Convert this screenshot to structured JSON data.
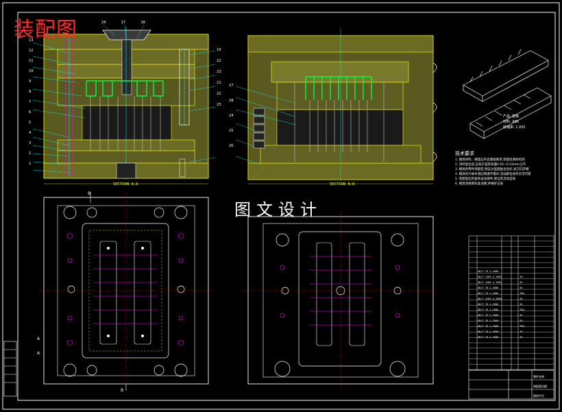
{
  "drawing": {
    "title": "装配图",
    "watermark": "图文设计",
    "section_aa": "SECTION A-A",
    "section_bb": "SECTION B-B",
    "mark_a": "A",
    "mark_b": "B"
  },
  "left_callouts": [
    "13",
    "12",
    "11",
    "10",
    "9",
    "8",
    "7",
    "6",
    "5",
    "4",
    "3",
    "2",
    "1"
  ],
  "top_callouts": [
    "20",
    "17",
    "18"
  ],
  "right_callouts": [
    "19",
    "22",
    "23",
    "21",
    "22",
    "23"
  ],
  "mid_callouts": [
    "27",
    "28",
    "24",
    "25",
    "26"
  ],
  "tech": {
    "title": "技术要求",
    "product_lines": [
      "产品: 胶板",
      "材料: ABS",
      "收缩率: 1.005"
    ],
    "lines": [
      "1. 模具材料、硬度应符合图纸要求,装配前清除毛刺",
      "2. 顶杆复位后,应低于型腔表面0.05~0.10mm之内",
      "3. 模具各零件装配后,保证分型面贴合良好,总方向开模",
      "4. 模具的冷却水道应畅通不漏水,活动部位动作灵活可靠",
      "5. 装配后应检查各运动部件,保证其活动自如",
      "6. 模具须按照标准试模,并做好记录"
    ]
  },
  "bom": {
    "standard_codes": [
      "GB/T 70.1-2000",
      "GB/T 4169.4-1984",
      "GB/T 4169.2-1984",
      "GB/T 70.1-2000",
      "GB/T 70.1-2000",
      "GB/T 4169.5-2006",
      "GB/T 70.1-2000",
      "GB/T 70.1-2000",
      "GB/T 70.1-2000",
      "GB/T 70.1-2000",
      "GB/T 70.1-2000",
      "GB/T 70.1-2000",
      "GB/T 70.1-2000"
    ],
    "materials": [
      "45",
      "45",
      "45",
      "T8A",
      "45",
      "45",
      "T8A",
      "45",
      "45",
      "T8A",
      "45",
      "45"
    ],
    "title_block": [
      "零件名称",
      "装配图总图",
      "图样代号"
    ]
  }
}
